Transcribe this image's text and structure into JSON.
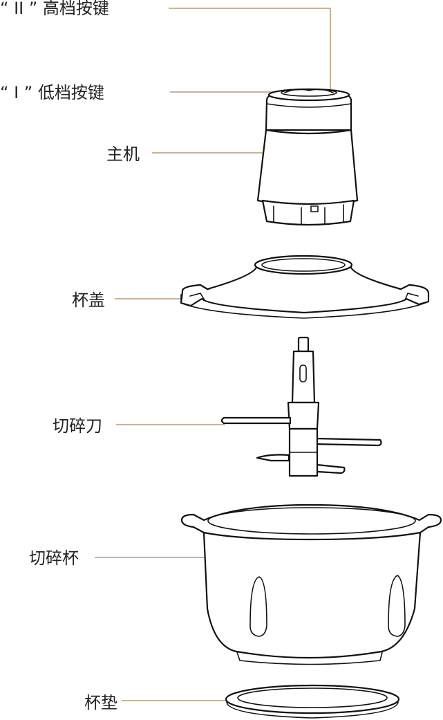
{
  "labels": {
    "high_button": "“ II ” 高档按键",
    "low_button": "“ I ” 低档按键",
    "main_unit": "主机",
    "lid": "杯盖",
    "blade": "切碎刀",
    "bowl": "切碎杯",
    "pad": "杯垫"
  },
  "colors": {
    "leader_line": "#b59a7a",
    "outline": "#111111"
  }
}
